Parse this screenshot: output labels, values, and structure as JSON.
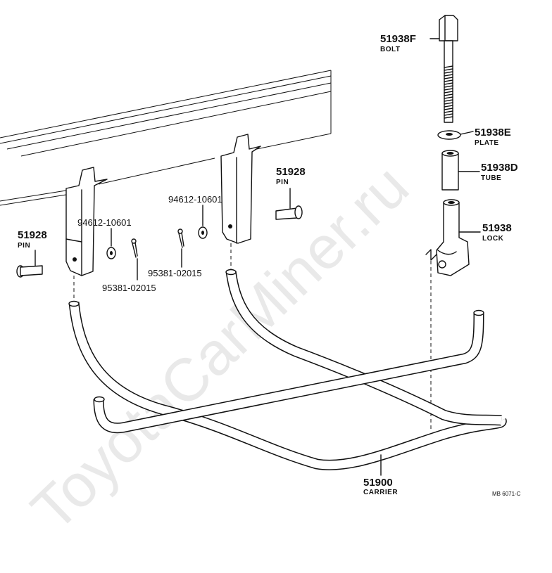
{
  "watermark": "ToyotaCarMiner.ru",
  "diagram_code": "MB 6071-C",
  "callouts": {
    "bolt": {
      "number": "51938F",
      "label": "BOLT"
    },
    "plate": {
      "number": "51938E",
      "label": "PLATE"
    },
    "tube": {
      "number": "51938D",
      "label": "TUBE"
    },
    "lock": {
      "number": "51938",
      "label": "LOCK"
    },
    "pin_left": {
      "number": "51928",
      "label": "PIN"
    },
    "pin_right": {
      "number": "51928",
      "label": "PIN"
    },
    "washer_left": {
      "number": "94612-10601"
    },
    "washer_right": {
      "number": "94612-10601"
    },
    "cotter_left": {
      "number": "95381-02015"
    },
    "cotter_right": {
      "number": "95381-02015"
    },
    "carrier": {
      "number": "51900",
      "label": "CARRIER"
    }
  }
}
